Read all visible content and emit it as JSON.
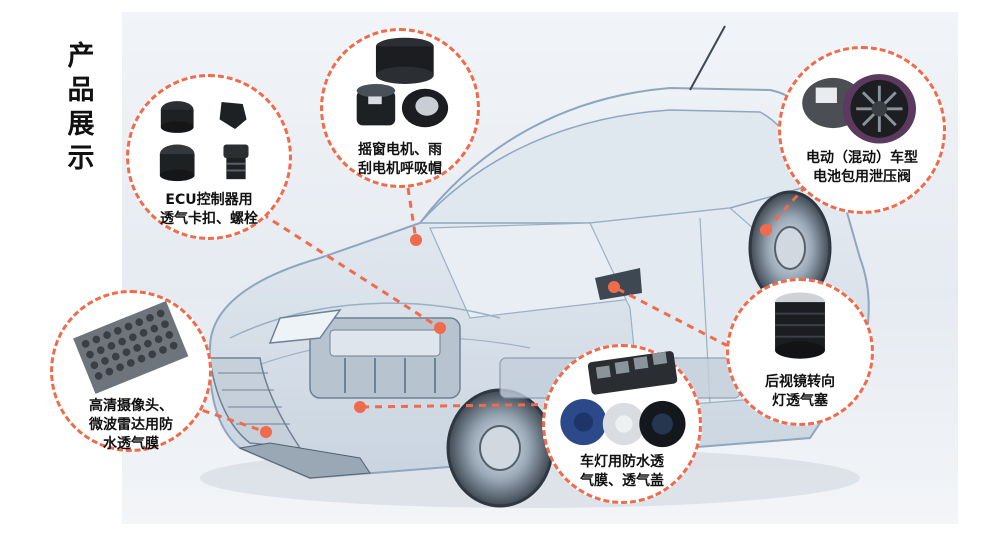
{
  "section_title": [
    "产",
    "品",
    "展",
    "示"
  ],
  "callouts": [
    {
      "id": "ecu",
      "lines": [
        "ECU控制器用",
        "透气卡扣、螺栓"
      ]
    },
    {
      "id": "motor",
      "lines": [
        "摇窗电机、雨",
        "刮电机呼吸帽"
      ]
    },
    {
      "id": "ev",
      "lines": [
        "电动（混动）车型",
        "电池包用泄压阀"
      ]
    },
    {
      "id": "mirror",
      "lines": [
        "后视镜转向",
        "灯透气塞"
      ]
    },
    {
      "id": "lamp",
      "lines": [
        "车灯用防水透",
        "气膜、透气盖"
      ]
    },
    {
      "id": "camera",
      "lines": [
        "高清摄像头、",
        "微波雷达用防",
        "水透气膜"
      ]
    }
  ],
  "colors": {
    "accent": "#ef6b4b",
    "text": "#111111",
    "car_line": "#8fa6bf",
    "car_fill": "#d6dfe9"
  },
  "icons": [
    "car-illustration",
    "vent-cap-icon",
    "bellows-cap-icon",
    "pressure-valve-icon",
    "vent-plug-icon",
    "membrane-roll-icon",
    "membrane-sheet-icon"
  ]
}
